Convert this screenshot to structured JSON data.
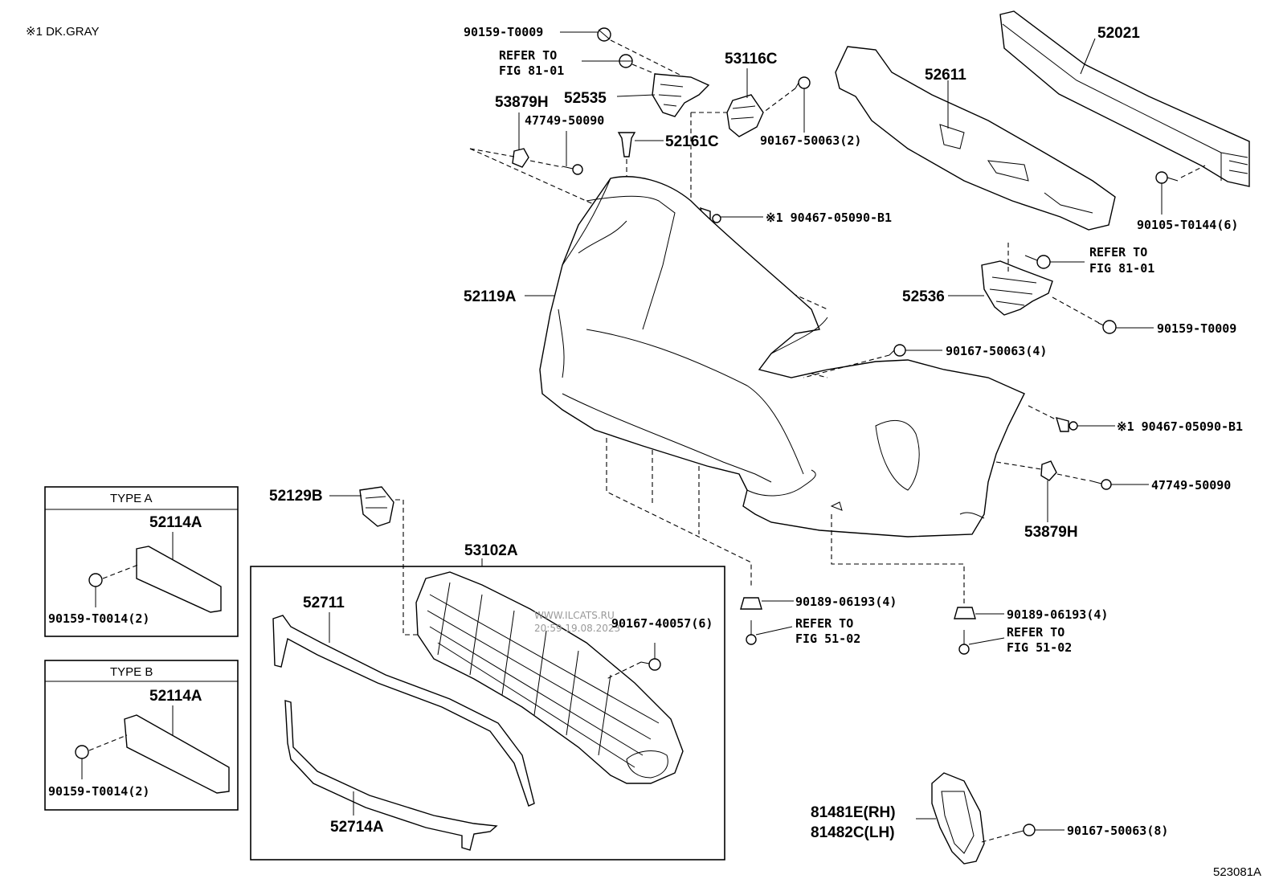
{
  "note": "※1 DK.GRAY",
  "figure_code": "523081A",
  "watermark": {
    "line1": "WWW.ILCATS.RU",
    "line2": "20:59 19.08.2023"
  },
  "labels": {
    "p90159_t0009_top": "90159-T0009",
    "refer_top_1": "REFER TO",
    "refer_top_2": "FIG 81-01",
    "p53879h_left": "53879H",
    "p52535": "52535",
    "p47749_left": "47749-50090",
    "p53116c": "53116C",
    "p52161c": "52161C",
    "p90167_50063_2": "90167-50063(2)",
    "p90467_top": "※1 90467-05090-B1",
    "p52611": "52611",
    "p52021": "52021",
    "p90105": "90105-T0144(6)",
    "refer_right_1": "REFER TO",
    "refer_right_2": "FIG 81-01",
    "p52536": "52536",
    "p90159_t0009_right": "90159-T0009",
    "p52119a": "52119A",
    "p90167_50063_4": "90167-50063(4)",
    "p90467_right": "※1 90467-05090-B1",
    "p47749_right": "47749-50090",
    "p53879h_right": "53879H",
    "p52129b": "52129B",
    "p53102a": "53102A",
    "p52711": "52711",
    "p90167_40057": "90167-40057(6)",
    "p90189_left": "90189-06193(4)",
    "refer_fig51_left_1": "REFER TO",
    "refer_fig51_left_2": "FIG 51-02",
    "p90189_right": "90189-06193(4)",
    "refer_fig51_right_1": "REFER TO",
    "refer_fig51_right_2": "FIG 51-02",
    "p52714a": "52714A",
    "p81481e": "81481E(RH)",
    "p81482c": "81482C(LH)",
    "p90167_50063_8": "90167-50063(8)"
  },
  "type_a": {
    "title": "TYPE A",
    "part": "52114A",
    "bolt": "90159-T0014(2)"
  },
  "type_b": {
    "title": "TYPE B",
    "part": "52114A",
    "bolt": "90159-T0014(2)"
  }
}
